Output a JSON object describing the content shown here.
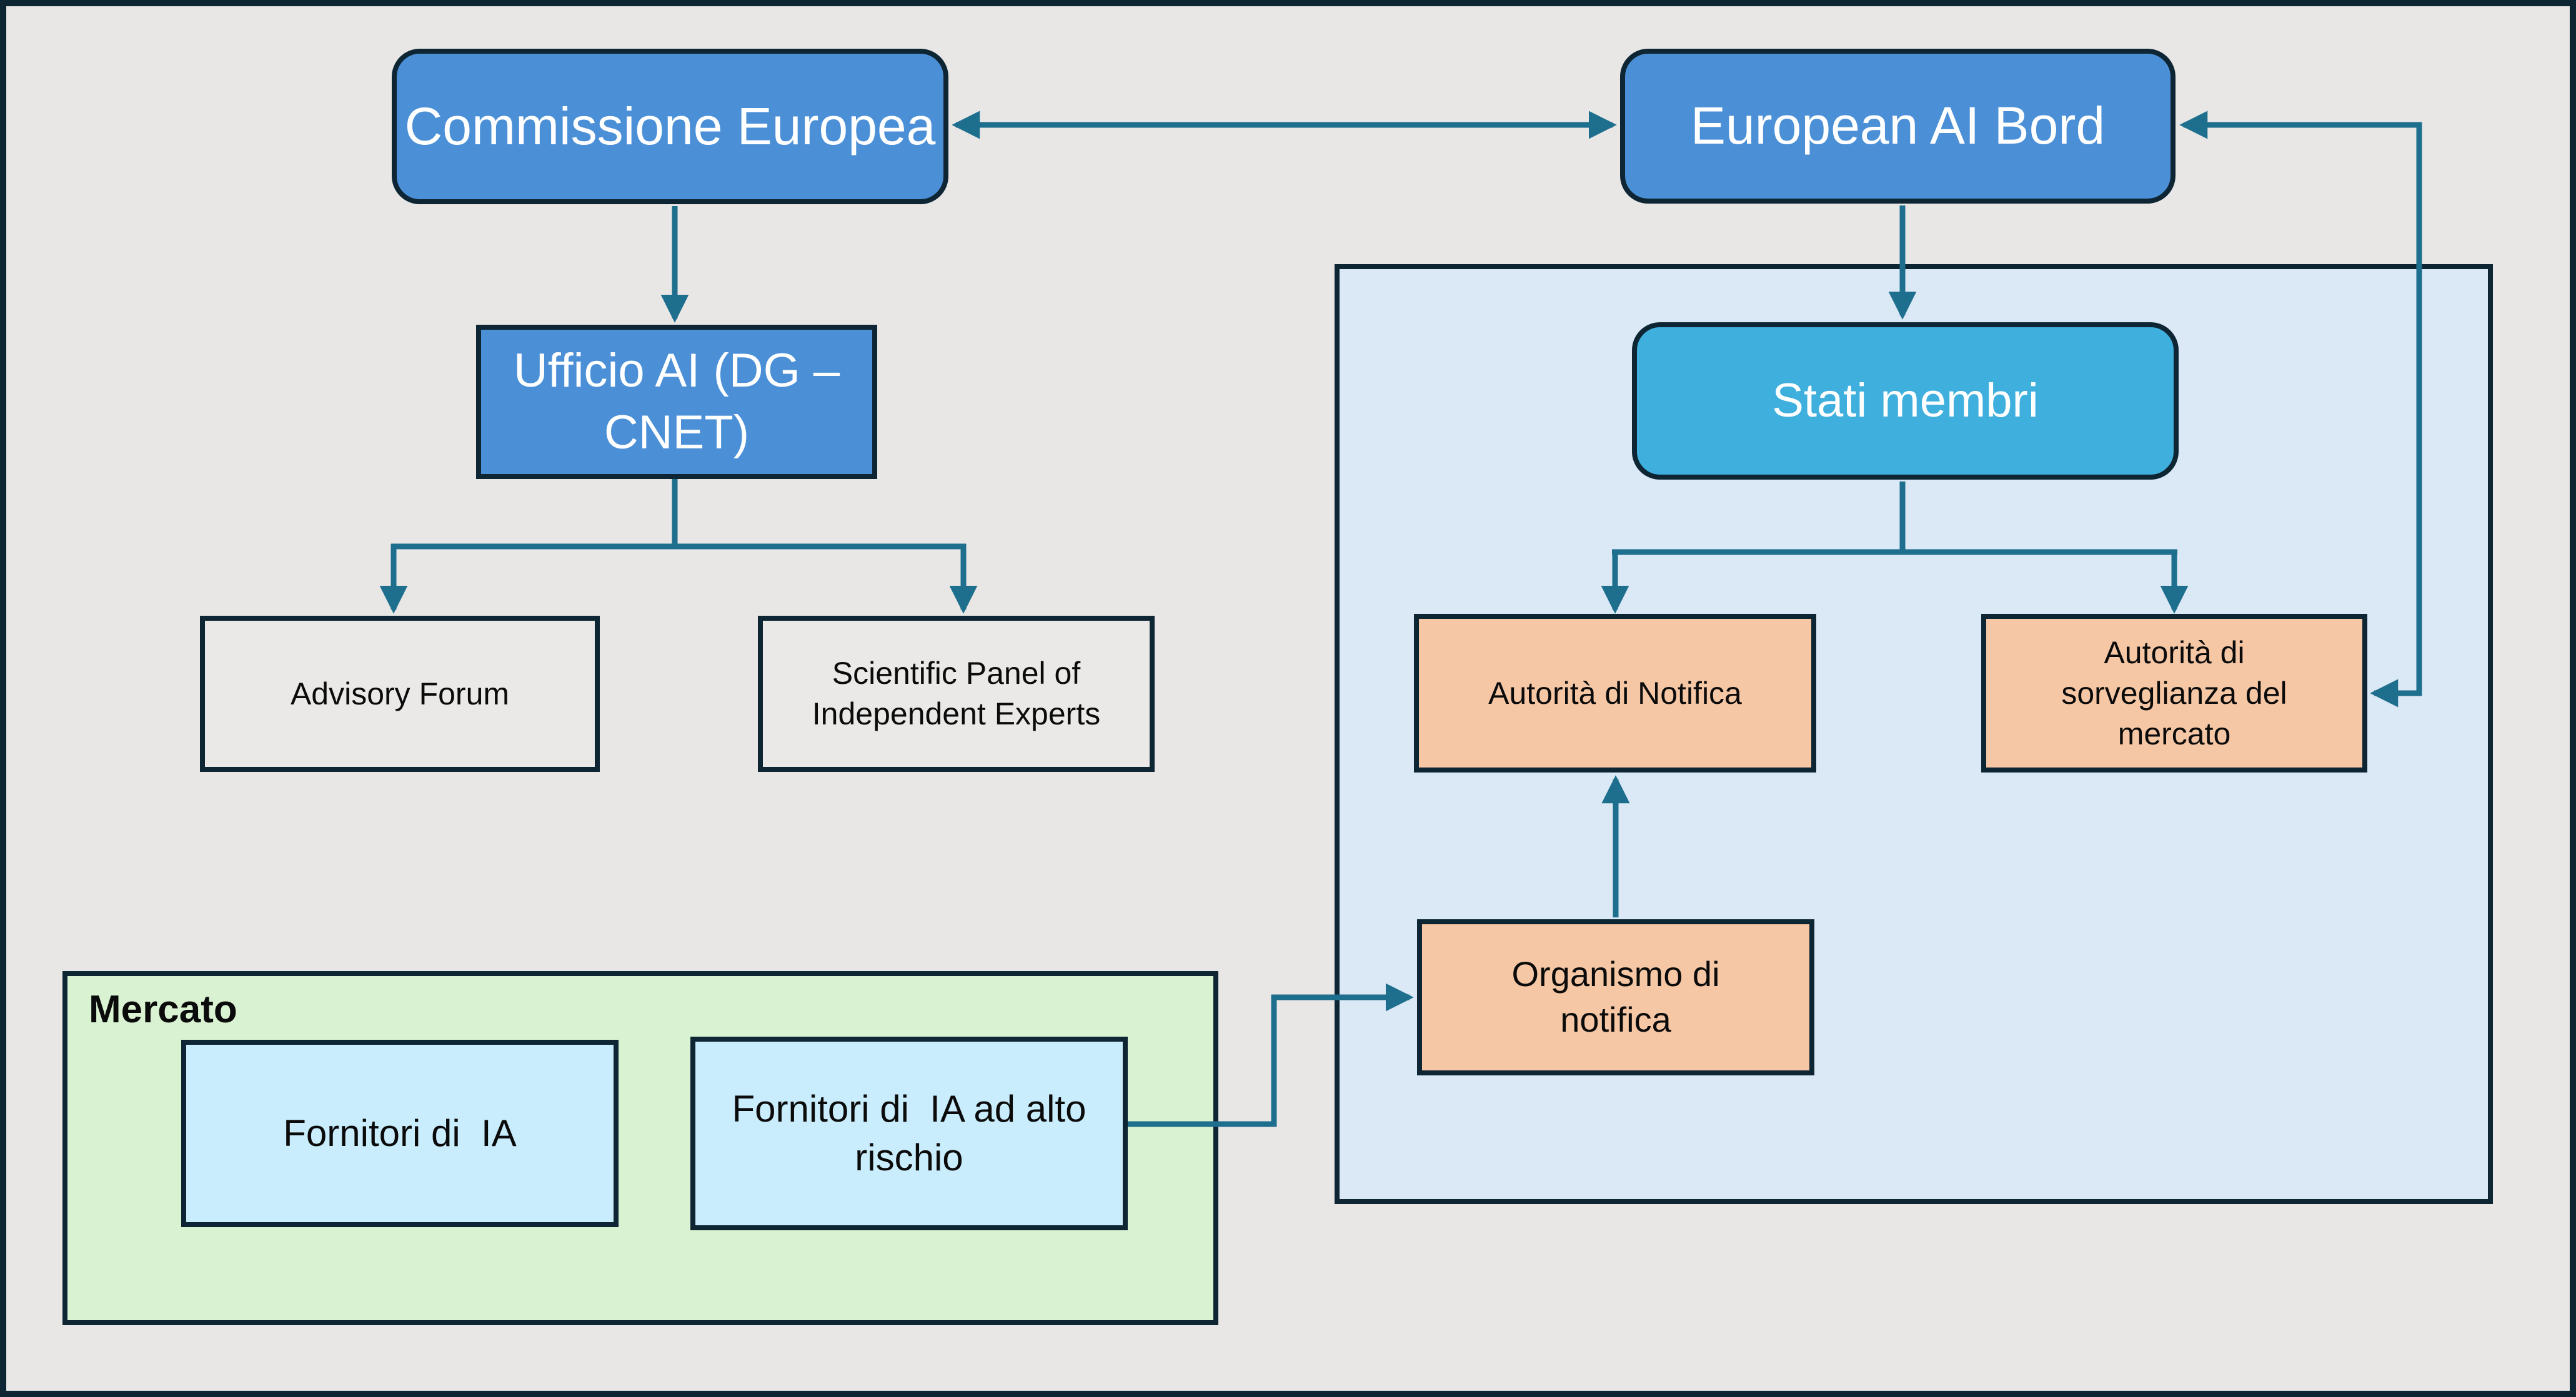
{
  "diagram": {
    "nodes": {
      "commissione": {
        "label": "Commissione Europea"
      },
      "european_ai_board": {
        "label": "European AI Bord"
      },
      "ufficio_ai": {
        "label": "Ufficio AI (DG – CNET)"
      },
      "advisory_forum": {
        "label": "Advisory Forum"
      },
      "scientific_panel": {
        "label": "Scientific Panel of Independent Experts"
      },
      "stati_membri": {
        "label": "Stati membri"
      },
      "autorita_notifica": {
        "label": "Autorità di Notifica"
      },
      "autorita_sorveglianza": {
        "label": "Autorità di sorveglianza del mercato"
      },
      "organismo_notifica": {
        "label": "Organismo di notifica"
      },
      "fornitori_ia": {
        "label": "Fornitori di  IA"
      },
      "fornitori_ia_alto_rischio": {
        "label": "Fornitori di  IA ad alto rischio"
      }
    },
    "panels": {
      "mercato": {
        "label": "Mercato"
      }
    },
    "colors": {
      "canvas-bg": "#e8e7e5",
      "ink": "#0e2534",
      "node-blue": "#4b90d7",
      "node-cyan": "#3fafdd",
      "panel-blue": "#dbe8f5",
      "node-peach": "#f6c7a5",
      "panel-green": "#d9f2d1",
      "node-lightcyan": "#c9edfc",
      "node-gray": "#eae9e7",
      "connector": "#1e6e8e",
      "text-dark": "#0b0b0b",
      "text-light": "#ffffff"
    }
  }
}
